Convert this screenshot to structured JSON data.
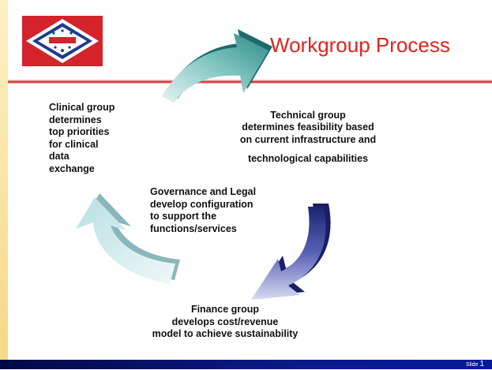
{
  "title": "Workgroup Process",
  "steps": {
    "clinical": "Clinical group\ndetermines\ntop priorities\nfor clinical\ndata\nexchange",
    "technical_line1": "Technical group\ndetermines feasibility based\non current infrastructure and",
    "technical_line2": "technological capabilities",
    "governance": "Governance and Legal\ndevelop configuration\nto support the\nfunctions/services",
    "finance": "Finance group\ndevelops cost/revenue\nmodel to achieve sustainability"
  },
  "footer": {
    "slide_label": "Slide",
    "slide_number": "1"
  },
  "colors": {
    "title": "#e2231a",
    "rule": "#c61a1a",
    "arrow_teal": "#2f8e8a",
    "arrow_purple": "#3a3f99",
    "arrow_light": "#cfe8ea",
    "footer": "#0c1a8a"
  },
  "icons": {
    "flag": "arkansas-flag-icon"
  }
}
